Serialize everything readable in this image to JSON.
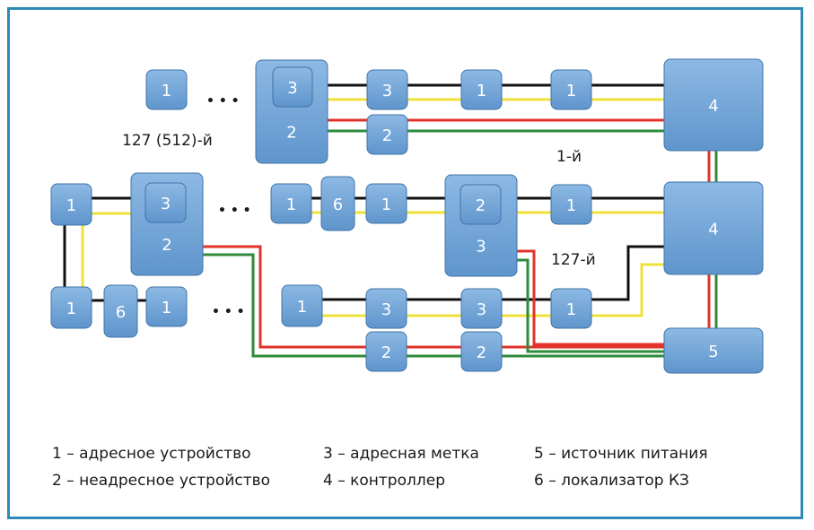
{
  "colors": {
    "frame": "#2f8ab8",
    "block_fill": "#6fa3d6",
    "block_stroke": "#3f74a8",
    "wire_black": "#111111",
    "wire_yellow": "#f0e03a",
    "wire_red": "#e0332a",
    "wire_green": "#2e8b3a"
  },
  "labels": {
    "ellipsis": "• • •",
    "first": "1-й",
    "last_127": "127-й",
    "last_127_512": "127 (512)-й"
  },
  "blocks": {
    "b1": "1",
    "b2": "2",
    "b3": "3",
    "b4": "4",
    "b5": "5",
    "b6": "6"
  },
  "legend": [
    "1 – адресное устройство",
    "2 – неадресное устройство",
    "3 – адресная метка",
    "4 – контроллер",
    "5 – источник питания",
    "6 – локализатор КЗ"
  ]
}
